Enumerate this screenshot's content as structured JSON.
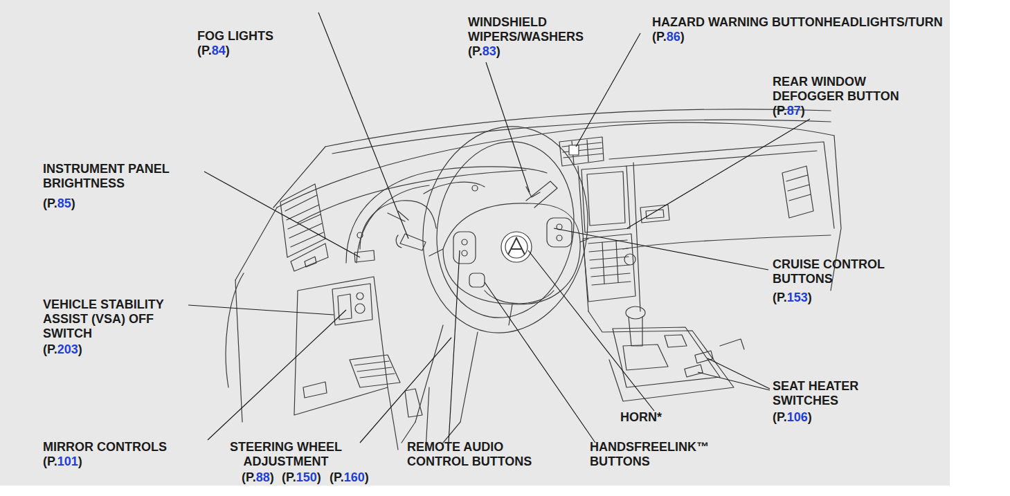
{
  "diagram": {
    "labels": [
      "FOG LIGHTS",
      "(P.84)",
      "WINDSHIELD WIPERS/WASHERS",
      "(P.83)",
      "HAZARD WARNING BUTTONHEADLIGHTS/TURN",
      "(P.86)",
      "REAR WINDOW DEFOGGER BUTTON",
      "(P.87)",
      "INSTRUMENT PANEL BRIGHTNESS",
      "(P.85)",
      "CRUISE CONTROL BUTTONS",
      "(P.153)",
      "VEHICLE STABILITY ASSIST (VSA) OFF SWITCH",
      "(P.203)",
      "SEAT HEATER SWITCHES",
      "(P.106)",
      "HORN*",
      "MIRROR CONTROLS",
      "(P.101)",
      "STEERING WHEEL ADJUSTMENT",
      "(P.88)",
      "(P.150)",
      "(P.160)",
      "REMOTE AUDIO CONTROL BUTTONS",
      "HANDSFREELINK™ BUTTONS"
    ]
  }
}
